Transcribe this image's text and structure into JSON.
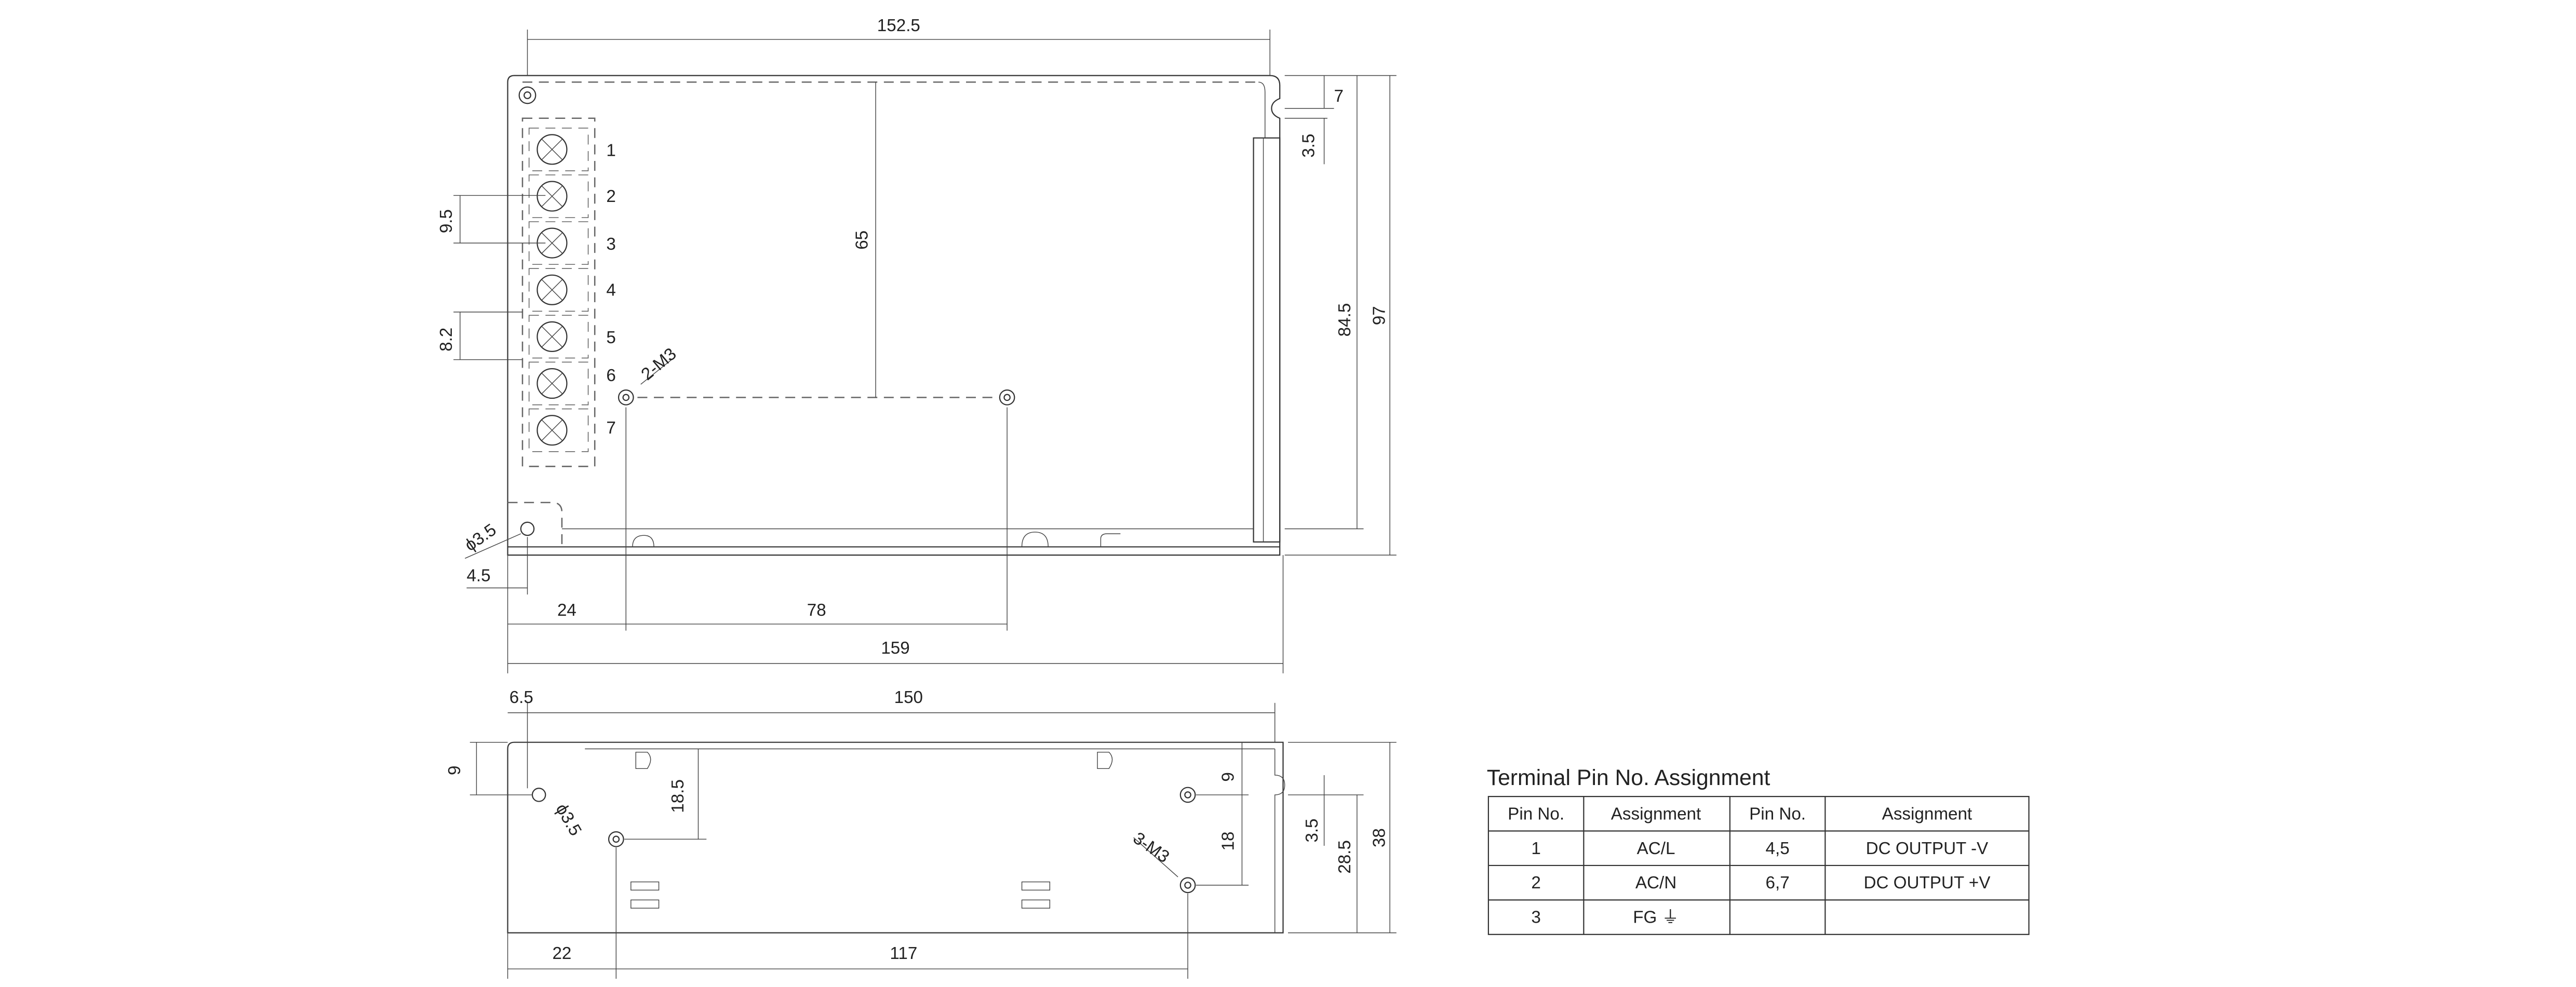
{
  "top_view": {
    "pins": [
      "1",
      "2",
      "3",
      "4",
      "5",
      "6",
      "7"
    ],
    "dims": {
      "width_top": "152.5",
      "height_65": "65",
      "right_7": "7",
      "right_3_5": "3.5",
      "right_84_5": "84.5",
      "right_97": "97",
      "pitch_9_5": "9.5",
      "pitch_8_2": "8.2",
      "hole_dia": "ϕ3.5",
      "left_4_5": "4.5",
      "bottom_24": "24",
      "bottom_78": "78",
      "bottom_159": "159",
      "screw_label": "2-M3"
    }
  },
  "side_view": {
    "dims": {
      "left_6_5": "6.5",
      "width_150": "150",
      "left_9": "9",
      "hole_dia": "ϕ3.5",
      "height_18_5": "18.5",
      "screw_label": "3-M3",
      "right_9": "9",
      "right_18": "18",
      "right_3_5": "3.5",
      "right_28_5": "28.5",
      "right_38": "38",
      "bottom_22": "22",
      "bottom_117": "117"
    }
  },
  "pin_table": {
    "title": "Terminal Pin No.  Assignment",
    "headers": [
      "Pin No.",
      "Assignment",
      "Pin No.",
      "Assignment"
    ],
    "rows": [
      [
        "1",
        "AC/L",
        "4,5",
        "DC OUTPUT -V"
      ],
      [
        "2",
        "AC/N",
        "6,7",
        "DC OUTPUT +V"
      ],
      [
        "3",
        "FG ⏚",
        "",
        ""
      ]
    ]
  }
}
